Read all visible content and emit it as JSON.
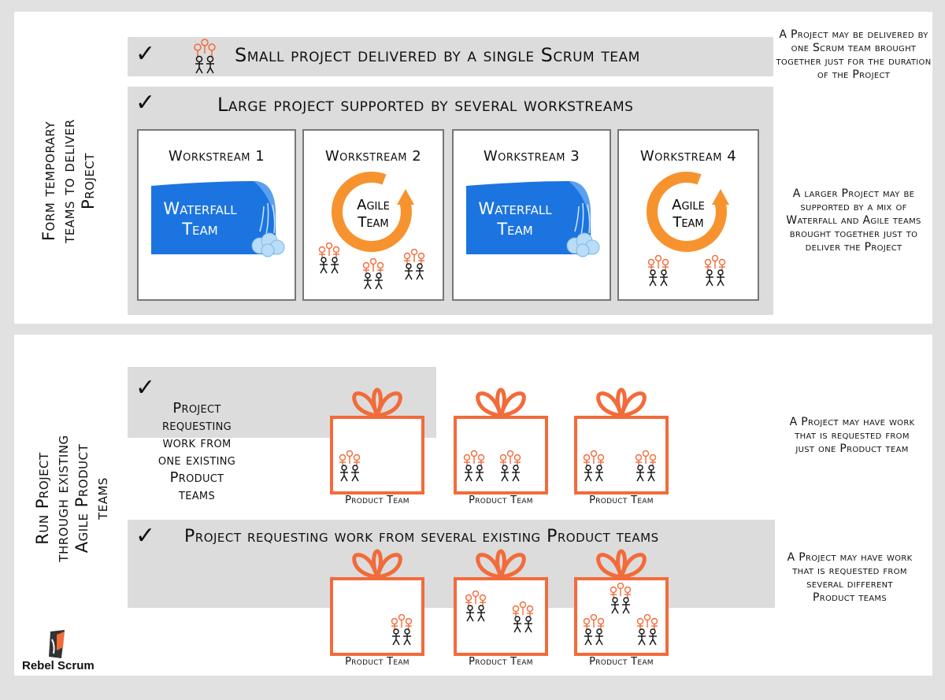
{
  "section_form": {
    "side_label": [
      "Form temporary",
      "teams to deliver",
      "Project"
    ],
    "small_project": {
      "label": "Small project delivered by a single Scrum team"
    },
    "large_project": {
      "label": "Large project supported by several workstreams"
    },
    "workstreams": [
      {
        "title": "Workstream 1",
        "team_type": "waterfall",
        "team_label": [
          "Waterfall",
          "Team"
        ],
        "people_groups": 0
      },
      {
        "title": "Workstream 2",
        "team_type": "agile",
        "team_label": [
          "Agile",
          "Team"
        ],
        "people_groups": 3
      },
      {
        "title": "Workstream 3",
        "team_type": "waterfall",
        "team_label": [
          "Waterfall",
          "Team"
        ],
        "people_groups": 0
      },
      {
        "title": "Workstream 4",
        "team_type": "agile",
        "team_label": [
          "Agile",
          "Team"
        ],
        "people_groups": 2
      }
    ],
    "notes": {
      "small": "A Project may be delivered by one Scrum team brought together just for the duration of the Project",
      "large": "A larger Project may be supported by a mix of Waterfall and Agile teams brought together just to deliver the Project"
    }
  },
  "section_run": {
    "side_label": [
      "Run Project",
      "through existing",
      "Agile Product",
      "teams"
    ],
    "one_team": {
      "label": [
        "Project",
        "requesting",
        "work from",
        "one existing",
        "Product",
        "teams"
      ]
    },
    "several_teams": {
      "label": "Project requesting work from several existing Product teams"
    },
    "product_team_label": "Product Team",
    "notes": {
      "one": "A Project may have work that is requested from just one Product team",
      "several": "A Project may have work that is requested from several different Product teams"
    }
  },
  "logo": {
    "text": "Rebel Scrum"
  },
  "colors": {
    "orange": "#f26b3a",
    "waterfall_blue": "#1c74e0",
    "agile_orange": "#f7932f",
    "band_gray": "#dcdcdc"
  },
  "icons": {
    "check": "✓"
  }
}
